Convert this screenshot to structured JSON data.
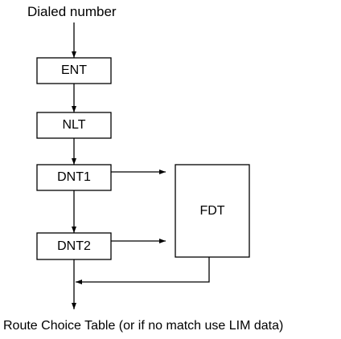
{
  "diagram": {
    "input_label": "Dialed number",
    "output_label": "Route Choice Table (or if no match use LIM data)",
    "nodes": {
      "ent": "ENT",
      "nlt": "NLT",
      "dnt1": "DNT1",
      "dnt2": "DNT2",
      "fdt": "FDT"
    }
  }
}
